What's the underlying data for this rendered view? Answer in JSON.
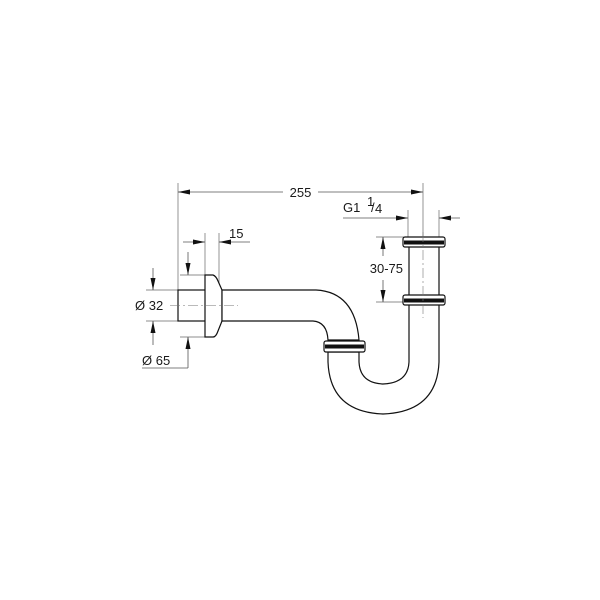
{
  "drawing": {
    "subject": "bottle trap / P-trap technical dimension drawing",
    "dimensions": {
      "overall_length": "255",
      "thread": "G1",
      "thread_fraction_num": "1",
      "thread_fraction_den": "4",
      "height_adjust": "30-75",
      "flange_width": "15",
      "pipe_diameter": "Ø 32",
      "flange_diameter": "Ø 65"
    },
    "colors": {
      "line": "#111111",
      "dimension": "#555555",
      "background": "#ffffff"
    }
  }
}
